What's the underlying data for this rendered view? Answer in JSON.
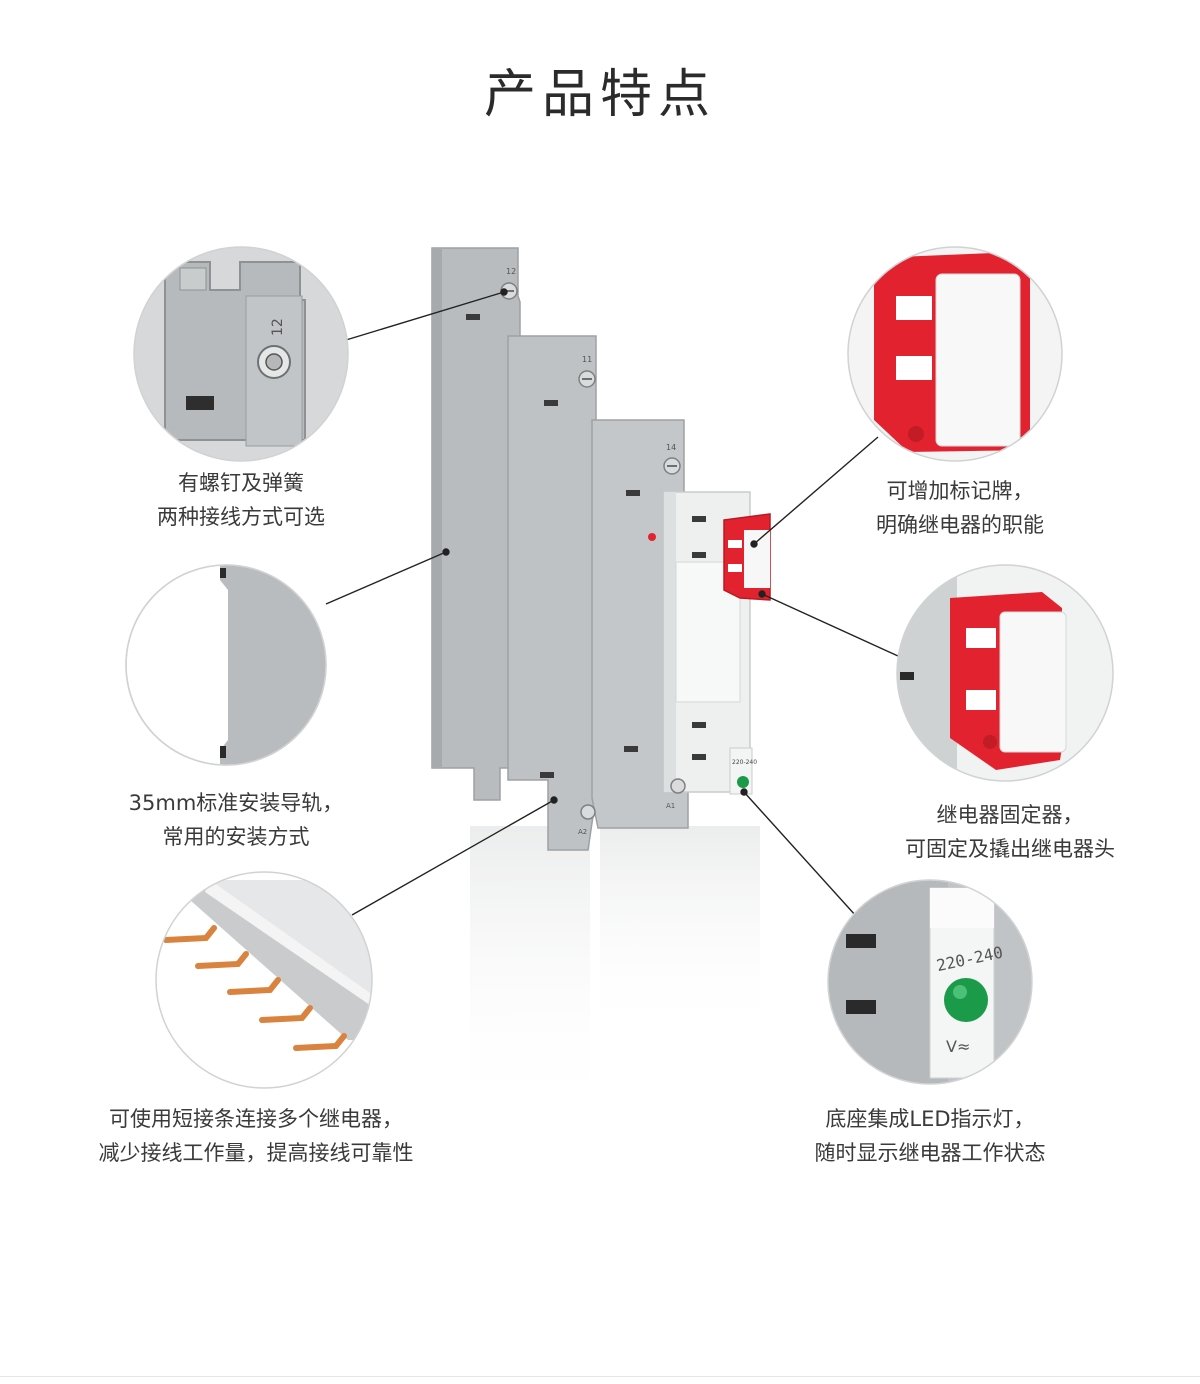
{
  "page": {
    "title": "产品特点"
  },
  "features": [
    {
      "id": "screw-spring",
      "lines": [
        "有螺钉及弹簧",
        "两种接线方式可选"
      ]
    },
    {
      "id": "din-rail",
      "lines": [
        "35mm标准安装导轨，",
        "常用的安装方式"
      ]
    },
    {
      "id": "jumper-bar",
      "lines": [
        "可使用短接条连接多个继电器，",
        "减少接线工作量，提高接线可靠性"
      ]
    },
    {
      "id": "marker-label",
      "lines": [
        "可增加标记牌，",
        "明确继电器的职能"
      ]
    },
    {
      "id": "retainer-clip",
      "lines": [
        "继电器固定器，",
        "可固定及撬出继电器头"
      ]
    },
    {
      "id": "led-indicator",
      "lines": [
        "底座集成LED指示灯，",
        "随时显示继电器工作状态"
      ]
    }
  ],
  "product": {
    "terminal_labels": [
      "12",
      "11",
      "14",
      "A1",
      "A2"
    ],
    "voltage_label": "220-240",
    "voltage_unit": "V≈"
  },
  "colors": {
    "housing_gray": "#b8bbbd",
    "clip_red": "#e2232f",
    "label_white": "#f6f6f6",
    "led_green": "#1b9a4a",
    "jumper_copper": "#d9833f"
  }
}
